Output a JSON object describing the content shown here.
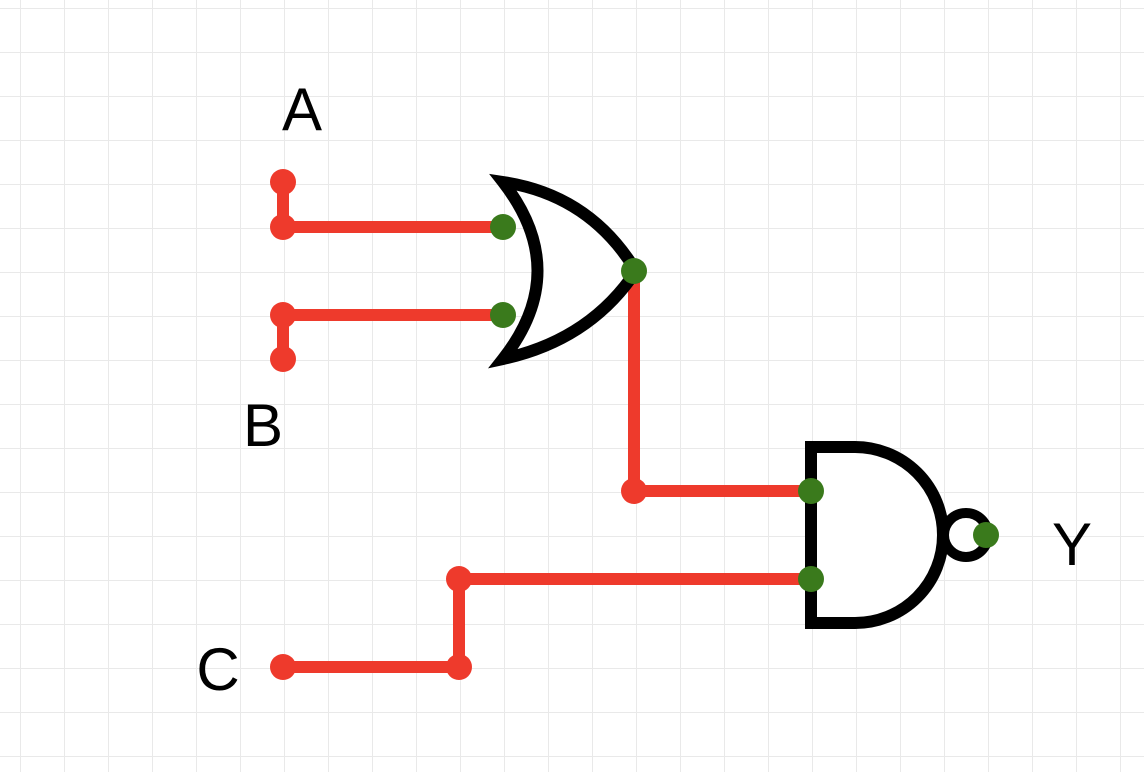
{
  "labels": {
    "input_a": "A",
    "input_b": "B",
    "input_c": "C",
    "output_y": "Y"
  },
  "gates": {
    "first": "or-gate",
    "second": "nand-gate"
  },
  "colors": {
    "wire": "#ee3a2c",
    "pin": "#3a7a1c",
    "gate_stroke": "#000000",
    "grid": "#e9e9e9",
    "background": "#ffffff"
  }
}
